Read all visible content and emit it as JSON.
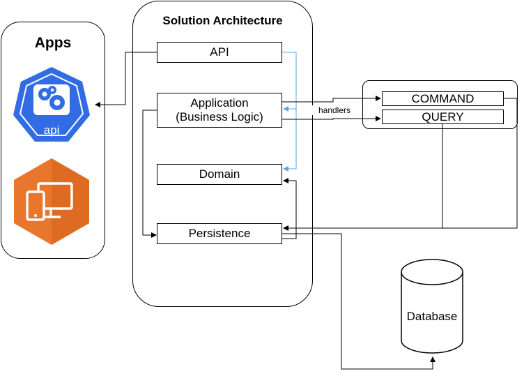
{
  "apps": {
    "title": "Apps",
    "api_icon_label": "api",
    "icons": [
      "kubernetes-api-icon",
      "devices-icon"
    ]
  },
  "solution": {
    "title": "Solution Architecture",
    "layers": {
      "api": "API",
      "application_line1": "Application",
      "application_line2": "(Business Logic)",
      "domain": "Domain",
      "persistence": "Persistence"
    }
  },
  "cqrs": {
    "command": "COMMAND",
    "query": "QUERY",
    "handlers_label": "handlers"
  },
  "database": {
    "label": "Database"
  },
  "colors": {
    "line": "#000000",
    "dependency_line": "#5aa7e0",
    "k8s_blue": "#326ce5",
    "device_orange": "#e8762c"
  }
}
